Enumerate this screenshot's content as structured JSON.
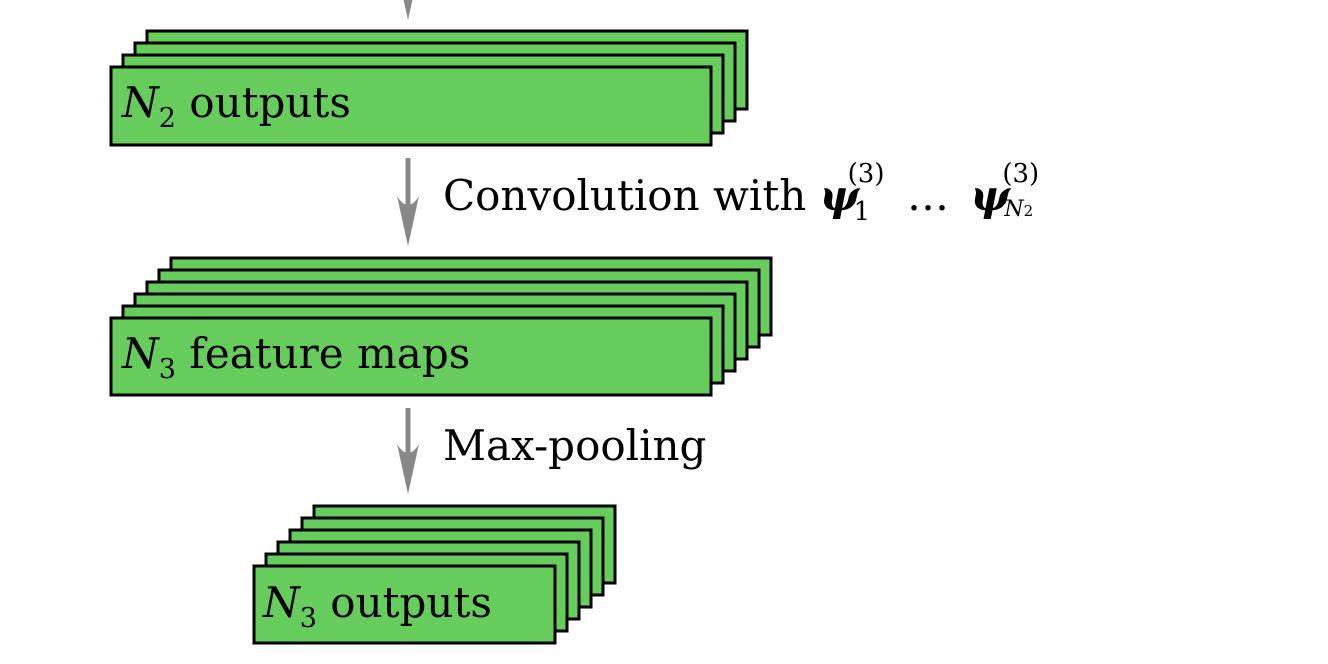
{
  "colors": {
    "box_fill": "#66cc5c",
    "box_stroke": "#000000",
    "arrow": "#888888"
  },
  "stacks": [
    {
      "var": "N",
      "sub": "2",
      "text": "outputs",
      "layers": 4
    },
    {
      "var": "N",
      "sub": "3",
      "text": "feature maps",
      "layers": 6
    },
    {
      "var": "N",
      "sub": "3",
      "text": "outputs",
      "layers": 6
    }
  ],
  "steps": [
    {
      "text": "Convolution with",
      "symbol": "ψ",
      "first_sub": "1",
      "sup": "(3)",
      "ellipsis": "…",
      "last_sub_var": "N",
      "last_sub_sub": "2"
    },
    {
      "text": "Max-pooling"
    }
  ]
}
